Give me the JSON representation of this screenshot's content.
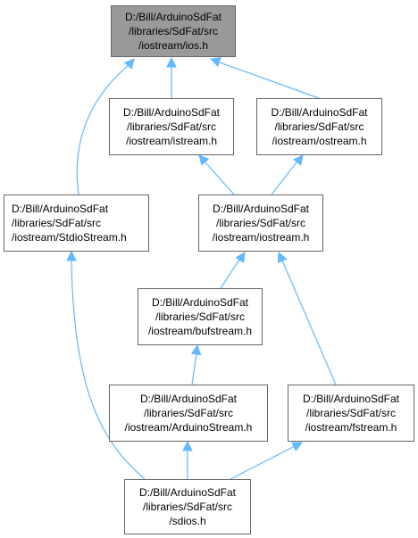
{
  "diagram": {
    "edge_color": "#63b8ff",
    "nodes": {
      "ios": {
        "lines": [
          "D:/Bill/ArduinoSdFat",
          "/libraries/SdFat/src",
          "/iostream/ios.h"
        ]
      },
      "istream": {
        "lines": [
          "D:/Bill/ArduinoSdFat",
          "/libraries/SdFat/src",
          "/iostream/istream.h"
        ]
      },
      "ostream": {
        "lines": [
          "D:/Bill/ArduinoSdFat",
          "/libraries/SdFat/src",
          "/iostream/ostream.h"
        ]
      },
      "stdio": {
        "lines": [
          "D:/Bill/ArduinoSdFat",
          "/libraries/SdFat/src",
          "/iostream/StdioStream.h"
        ]
      },
      "iostream": {
        "lines": [
          "D:/Bill/ArduinoSdFat",
          "/libraries/SdFat/src",
          "/iostream/iostream.h"
        ]
      },
      "bufstream": {
        "lines": [
          "D:/Bill/ArduinoSdFat",
          "/libraries/SdFat/src",
          "/iostream/bufstream.h"
        ]
      },
      "arduino": {
        "lines": [
          "D:/Bill/ArduinoSdFat",
          "/libraries/SdFat/src",
          "/iostream/ArduinoStream.h"
        ]
      },
      "fstream": {
        "lines": [
          "D:/Bill/ArduinoSdFat",
          "/libraries/SdFat/src",
          "/iostream/fstream.h"
        ]
      },
      "sdios": {
        "lines": [
          "D:/Bill/ArduinoSdFat",
          "/libraries/SdFat/src",
          "/sdios.h"
        ]
      }
    },
    "edges": [
      {
        "from": "istream",
        "to": "ios"
      },
      {
        "from": "ostream",
        "to": "ios"
      },
      {
        "from": "stdio",
        "to": "ios"
      },
      {
        "from": "iostream",
        "to": "istream"
      },
      {
        "from": "iostream",
        "to": "ostream"
      },
      {
        "from": "bufstream",
        "to": "iostream"
      },
      {
        "from": "fstream",
        "to": "iostream"
      },
      {
        "from": "arduino",
        "to": "bufstream"
      },
      {
        "from": "sdios",
        "to": "stdio"
      },
      {
        "from": "sdios",
        "to": "arduino"
      },
      {
        "from": "sdios",
        "to": "fstream"
      }
    ]
  }
}
